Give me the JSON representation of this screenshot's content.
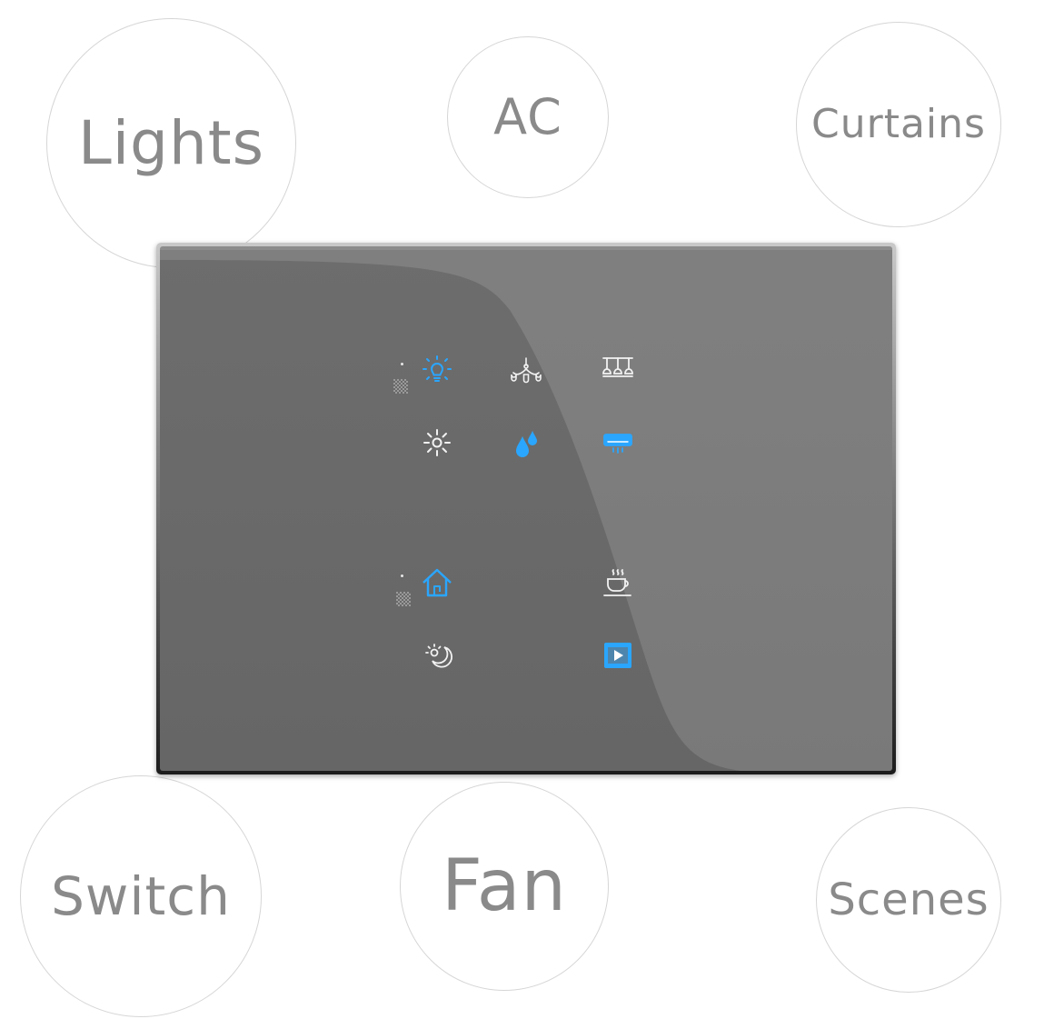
{
  "labels": {
    "lights": "Lights",
    "ac": "AC",
    "curtains": "Curtains",
    "switch": "Switch",
    "fan": "Fan",
    "scenes": "Scenes"
  },
  "panel": {
    "colors": {
      "glass": "#6a6a6a",
      "icon_active": "#2aa6ff",
      "icon_inactive": "#f2f2f2",
      "bubble_text": "#8a8a8a"
    },
    "keys": [
      {
        "icon": "bulb-icon",
        "state": "active"
      },
      {
        "icon": "chandelier-icon",
        "state": "inactive"
      },
      {
        "icon": "pendant-lights-icon",
        "state": "inactive"
      },
      {
        "icon": "brightness-icon",
        "state": "inactive"
      },
      {
        "icon": "droplets-icon",
        "state": "active"
      },
      {
        "icon": "air-conditioner-icon",
        "state": "active"
      },
      {
        "icon": "home-icon",
        "state": "active"
      },
      {
        "icon": "coffee-cup-icon",
        "state": "inactive"
      },
      {
        "icon": "night-mode-icon",
        "state": "inactive"
      },
      {
        "icon": "media-play-icon",
        "state": "active"
      }
    ]
  }
}
